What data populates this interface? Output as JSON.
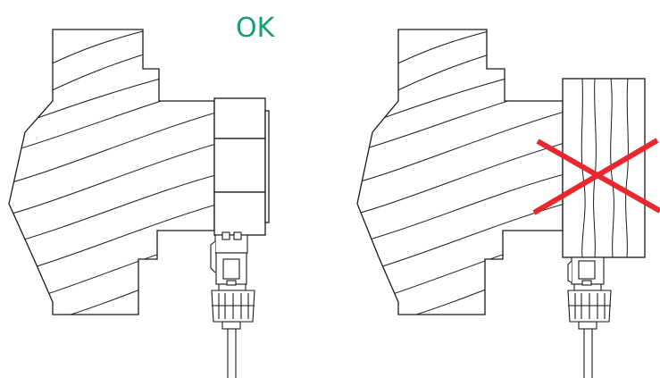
{
  "labels": {
    "ok": "OK"
  },
  "colors": {
    "ok_text": "#12a06e",
    "cross": "#e8282e",
    "line": "#1a1a1a",
    "background": "#ffffff"
  },
  "panels": [
    {
      "id": "left",
      "status": "correct-mounting"
    },
    {
      "id": "right",
      "status": "incorrect-mounting"
    }
  ]
}
